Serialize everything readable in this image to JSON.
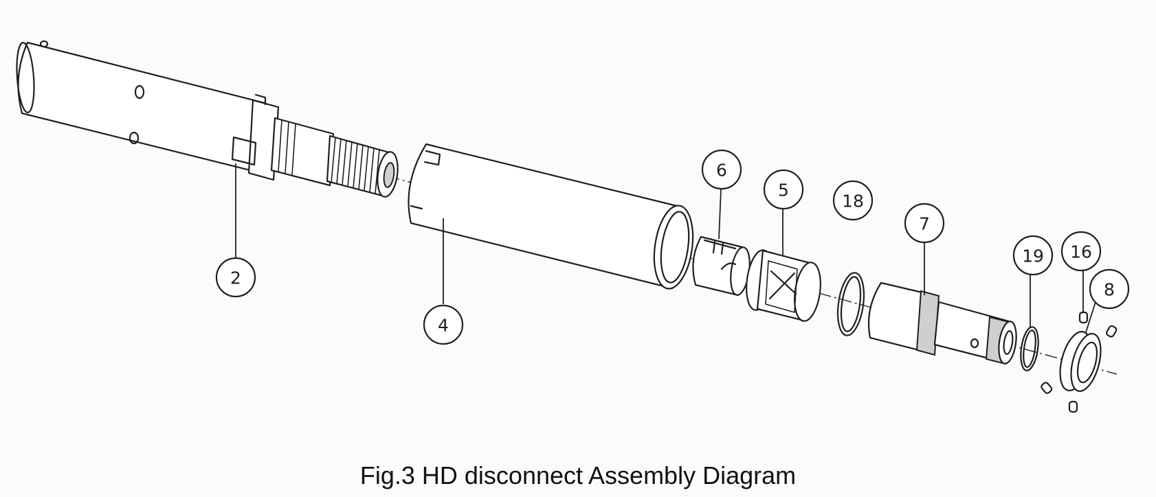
{
  "caption": "Fig.3 HD disconnect Assembly Diagram",
  "callouts": [
    {
      "id": "part-2",
      "label": "2"
    },
    {
      "id": "part-4",
      "label": "4"
    },
    {
      "id": "part-6",
      "label": "6"
    },
    {
      "id": "part-5",
      "label": "5"
    },
    {
      "id": "part-18",
      "label": "18"
    },
    {
      "id": "part-7",
      "label": "7"
    },
    {
      "id": "part-19",
      "label": "19"
    },
    {
      "id": "part-16",
      "label": "16"
    },
    {
      "id": "part-8",
      "label": "8"
    }
  ]
}
